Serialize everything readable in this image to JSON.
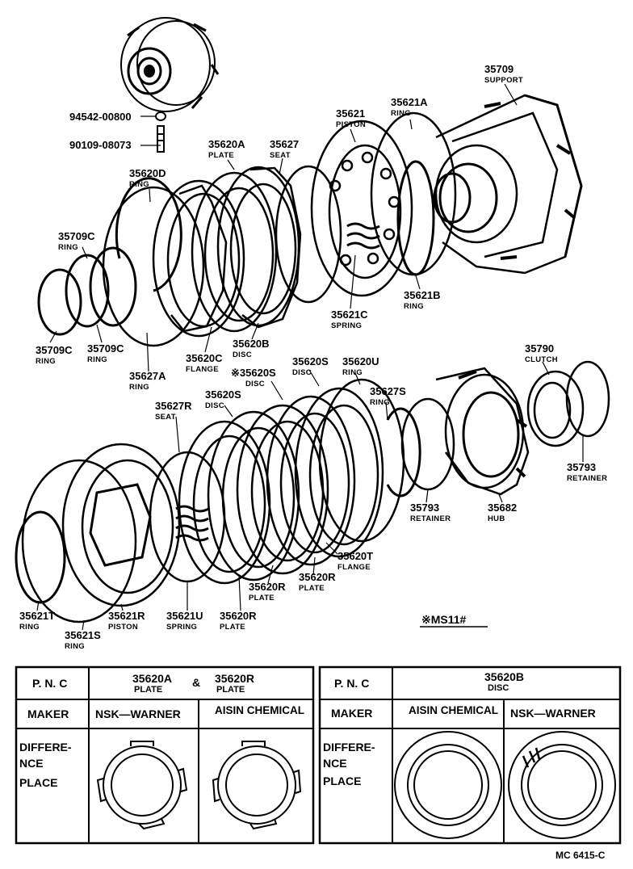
{
  "parts": [
    {
      "id": "p35709",
      "pn": "35709",
      "name": "SUPPORT"
    },
    {
      "id": "p94542",
      "pn": "94542-00800",
      "name": ""
    },
    {
      "id": "p90109",
      "pn": "90109-08073",
      "name": ""
    },
    {
      "id": "p35621A",
      "pn": "35621A",
      "name": "RING"
    },
    {
      "id": "p35621",
      "pn": "35621",
      "name": "PISTON"
    },
    {
      "id": "p35620A",
      "pn": "35620A",
      "name": "PLATE"
    },
    {
      "id": "p35627",
      "pn": "35627",
      "name": "SEAT"
    },
    {
      "id": "p35620D",
      "pn": "35620D",
      "name": "RING"
    },
    {
      "id": "p35709C_a",
      "pn": "35709C",
      "name": "RING"
    },
    {
      "id": "p35621B",
      "pn": "35621B",
      "name": "RING"
    },
    {
      "id": "p35621C",
      "pn": "35621C",
      "name": "SPRING"
    },
    {
      "id": "p35709C_b",
      "pn": "35709C",
      "name": "RING"
    },
    {
      "id": "p35709C_c",
      "pn": "35709C",
      "name": "RING"
    },
    {
      "id": "p35620C",
      "pn": "35620C",
      "name": "FLANGE"
    },
    {
      "id": "p35620B",
      "pn": "35620B",
      "name": "DISC"
    },
    {
      "id": "p35627A",
      "pn": "35627A",
      "name": "RING"
    },
    {
      "id": "p35620S_a",
      "pn": "35620S",
      "name": "DISC"
    },
    {
      "id": "p35620U",
      "pn": "35620U",
      "name": "RING"
    },
    {
      "id": "p35620S_star",
      "pn": "※35620S",
      "name": "DISC"
    },
    {
      "id": "p35790",
      "pn": "35790",
      "name": "CLUTCH"
    },
    {
      "id": "p35620S_b",
      "pn": "35620S",
      "name": "DISC"
    },
    {
      "id": "p35627R",
      "pn": "35627R",
      "name": "SEAT"
    },
    {
      "id": "p35627S",
      "pn": "35627S",
      "name": "RING"
    },
    {
      "id": "p35793_a",
      "pn": "35793",
      "name": "RETAINER"
    },
    {
      "id": "p35793_b",
      "pn": "35793",
      "name": "RETAINER"
    },
    {
      "id": "p35682",
      "pn": "35682",
      "name": "HUB"
    },
    {
      "id": "p35620T",
      "pn": "35620T",
      "name": "FLANGE"
    },
    {
      "id": "p35620R_a",
      "pn": "35620R",
      "name": "PLATE"
    },
    {
      "id": "p35620R_b",
      "pn": "35620R",
      "name": "PLATE"
    },
    {
      "id": "p35621T",
      "pn": "35621T",
      "name": "RING"
    },
    {
      "id": "p35621R",
      "pn": "35621R",
      "name": "PISTON"
    },
    {
      "id": "p35621U",
      "pn": "35621U",
      "name": "SPRING"
    },
    {
      "id": "p35620R_c",
      "pn": "35620R",
      "name": "PLATE"
    },
    {
      "id": "p35621S",
      "pn": "35621S",
      "name": "RING"
    }
  ],
  "note": "※MS11#",
  "table_left": {
    "pnc_label": "P. N. C",
    "pnc_parts": [
      {
        "pn": "35620A",
        "name": "PLATE"
      },
      {
        "pn": "35620R",
        "name": "PLATE"
      }
    ],
    "amp": "&",
    "maker_label": "MAKER",
    "makers": [
      "NSK—WARNER",
      "AISIN CHEMICAL"
    ],
    "diff_label": [
      "DIFFERE-",
      "NCE",
      "PLACE"
    ]
  },
  "table_right": {
    "pnc_label": "P. N. C",
    "pnc_parts": [
      {
        "pn": "35620B",
        "name": "DISC"
      }
    ],
    "maker_label": "MAKER",
    "makers": [
      "AISIN CHEMICAL",
      "NSK—WARNER"
    ],
    "diff_label": [
      "DIFFERE-",
      "NCE",
      "PLACE"
    ]
  },
  "footer": "MC  6415-C"
}
